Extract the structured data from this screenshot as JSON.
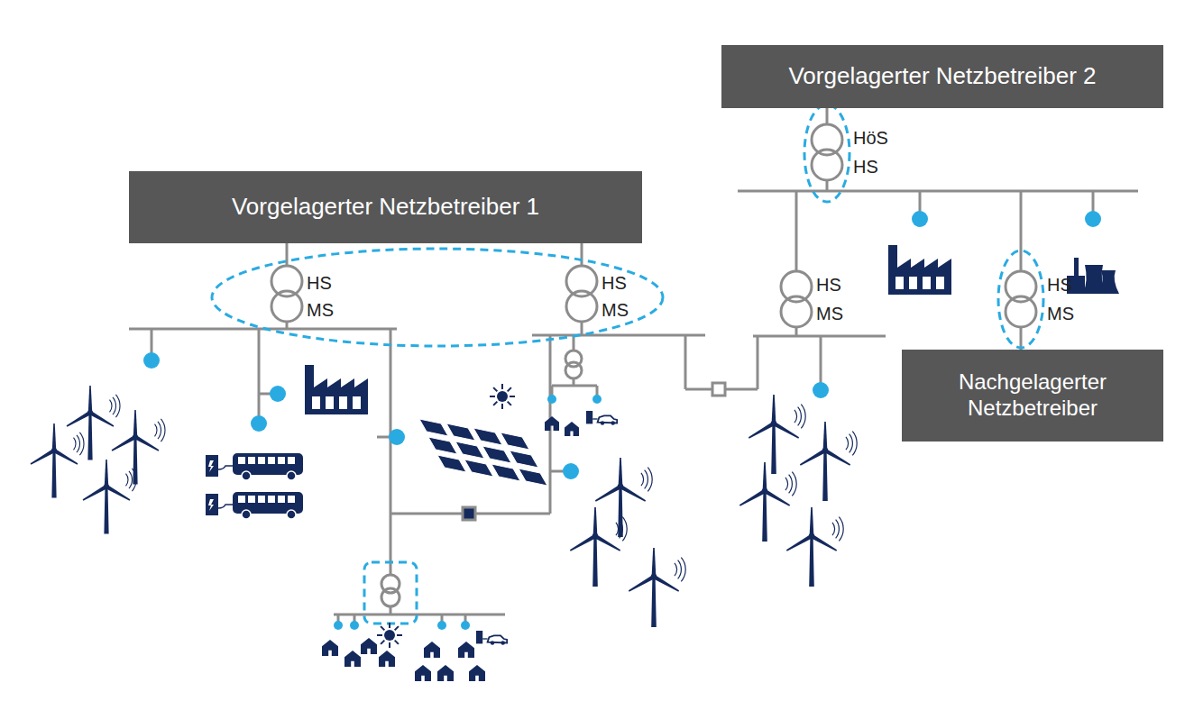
{
  "diagram": {
    "nodes": [
      {
        "text": [
          "Vorgelagerter Netzbetreiber 2"
        ]
      },
      {
        "text": [
          "Vorgelagerter Netzbetreiber 1"
        ]
      },
      {
        "text": [
          "Nachgelagerter Netzbetreiber"
        ]
      }
    ],
    "labels": [
      "HöS",
      "HS",
      "HS",
      "MS",
      "HS",
      "MS",
      "HS",
      "MS",
      "HS",
      "MS"
    ]
  }
}
